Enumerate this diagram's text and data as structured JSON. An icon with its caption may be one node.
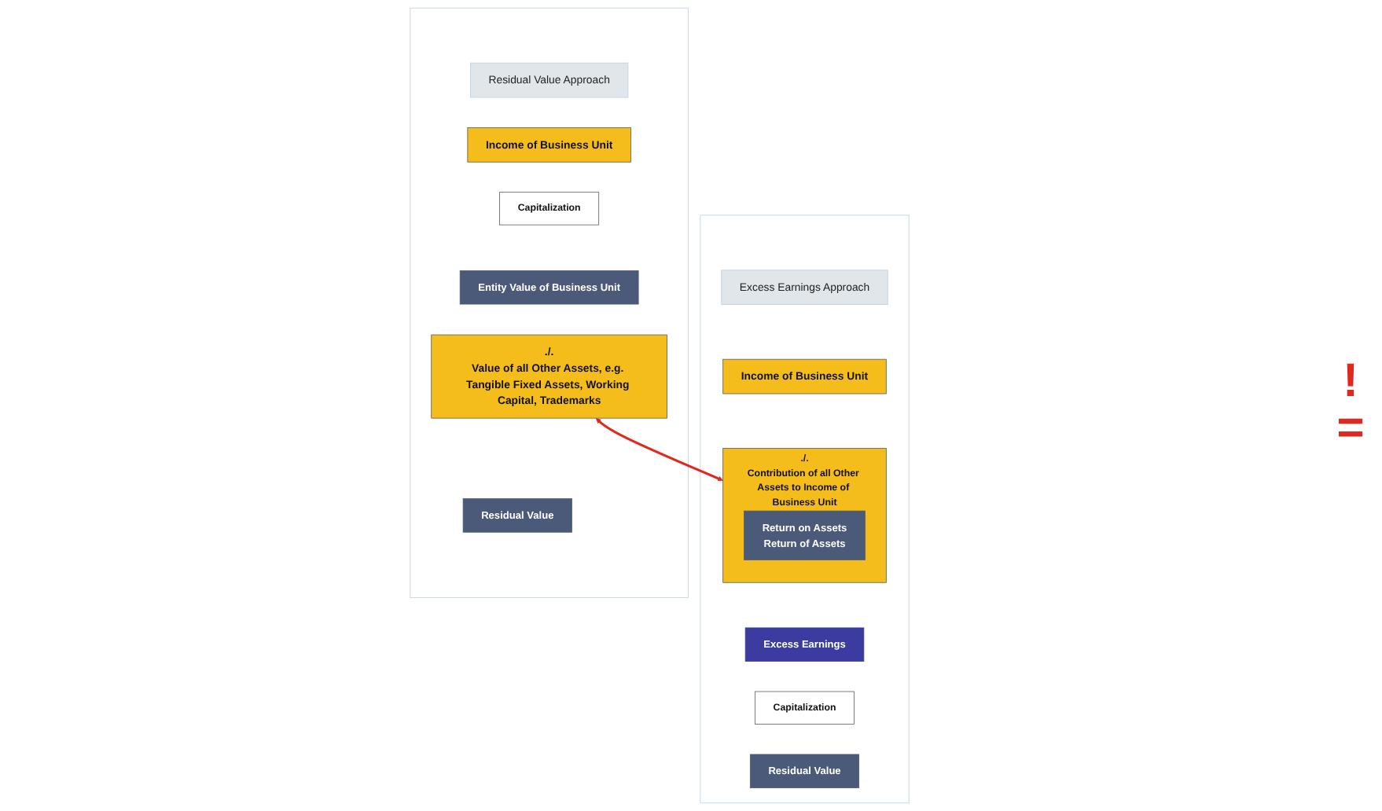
{
  "diagram": {
    "nodes": [
      {
        "text": [],
        "shape": "box"
      },
      {
        "text": [
          "Residual Value Approach"
        ],
        "in": 0
      },
      {
        "text": [
          "Income of Business Unit"
        ],
        "in": 0
      },
      {
        "text": [
          "Capitalization"
        ],
        "in": 0
      },
      {
        "text": [
          "Entity Value of Business Unit"
        ],
        "in": 0
      },
      {
        "text": [
          "./.",
          "Value of all Other Assets, e.g. Tangible Fixed Assets, Working Capital, Trademarks"
        ],
        "in": 0
      },
      {
        "text": [
          "Residual Value"
        ],
        "in": 0
      },
      {
        "text": [],
        "shape": "box"
      },
      {
        "text": [
          "Excess Earnings Approach"
        ],
        "in": 7
      },
      {
        "text": [
          "Income of Business Unit"
        ],
        "in": 7
      },
      {
        "text": [
          "./.",
          "Contribution of all Other Assets to Income of Business Unit"
        ],
        "in": 7
      },
      {
        "text": [
          "Return on Assets",
          "Return of Assets"
        ],
        "in": 10
      },
      {
        "text": [
          "Excess Earnings"
        ],
        "in": 7
      },
      {
        "text": [
          "Capitalization"
        ],
        "in": 7
      },
      {
        "text": [
          "Residual Value"
        ],
        "in": 7
      }
    ],
    "edges": [
      {
        "from": 5,
        "to": 10,
        "arrow": "both",
        "color": "#e0281e"
      }
    ],
    "labels": [
      "!",
      "="
    ]
  }
}
